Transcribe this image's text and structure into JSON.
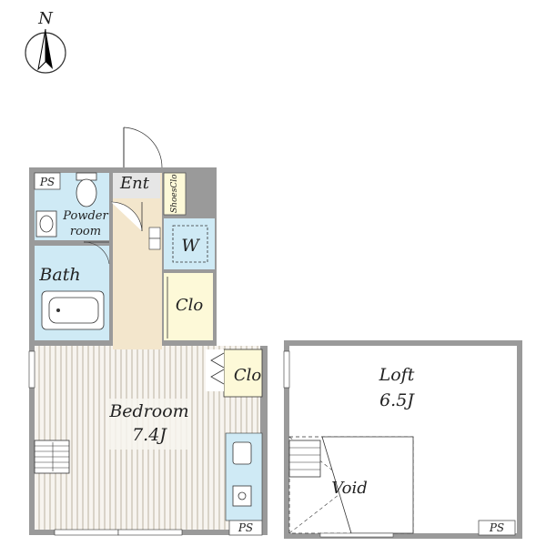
{
  "compass": {
    "label": "N"
  },
  "rooms": {
    "entrance": "Ent",
    "shoes_closet": "ShoesClo",
    "powder_room_line1": "Powder",
    "powder_room_line2": "room",
    "washer": "W",
    "bath": "Bath",
    "closet_hall": "Clo",
    "closet_bedroom": "Clo",
    "bedroom_name": "Bedroom",
    "bedroom_size": "7.4J",
    "loft_name": "Loft",
    "loft_size": "6.5J",
    "void": "Void"
  },
  "pipe_spaces": [
    "PS",
    "PS",
    "PS"
  ],
  "colors": {
    "wall": "#9a9a9a",
    "bath_blue": "#cfeaf5",
    "hall_beige": "#f3e6cc",
    "closet_yellow": "#fdf9d8",
    "floor_stripe": "#e9e4dc",
    "entrance_gray": "#e6e6e6"
  }
}
